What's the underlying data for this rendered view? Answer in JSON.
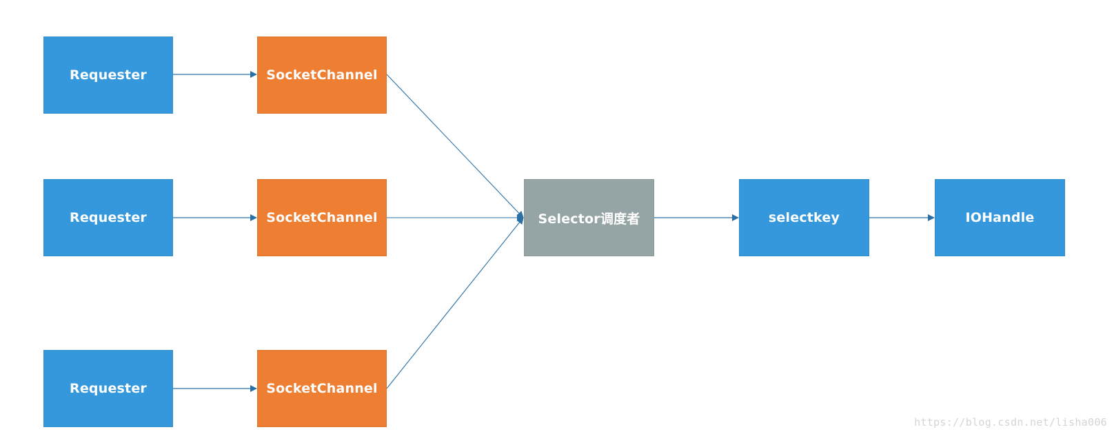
{
  "diagram": {
    "requesters": [
      {
        "label": "Requester"
      },
      {
        "label": "Requester"
      },
      {
        "label": "Requester"
      }
    ],
    "socket_channels": [
      {
        "label": "SocketChannel"
      },
      {
        "label": "SocketChannel"
      },
      {
        "label": "SocketChannel"
      }
    ],
    "selector": {
      "label": "Selector调度者"
    },
    "selectkey": {
      "label": "selectkey"
    },
    "iohandle": {
      "label": "IOHandle"
    },
    "colors": {
      "requester": "#3598dc",
      "socket_channel": "#ee7e31",
      "selector": "#95a5a6",
      "arrow": "#2a6fa5"
    }
  },
  "watermark": "https://blog.csdn.net/lisha006"
}
